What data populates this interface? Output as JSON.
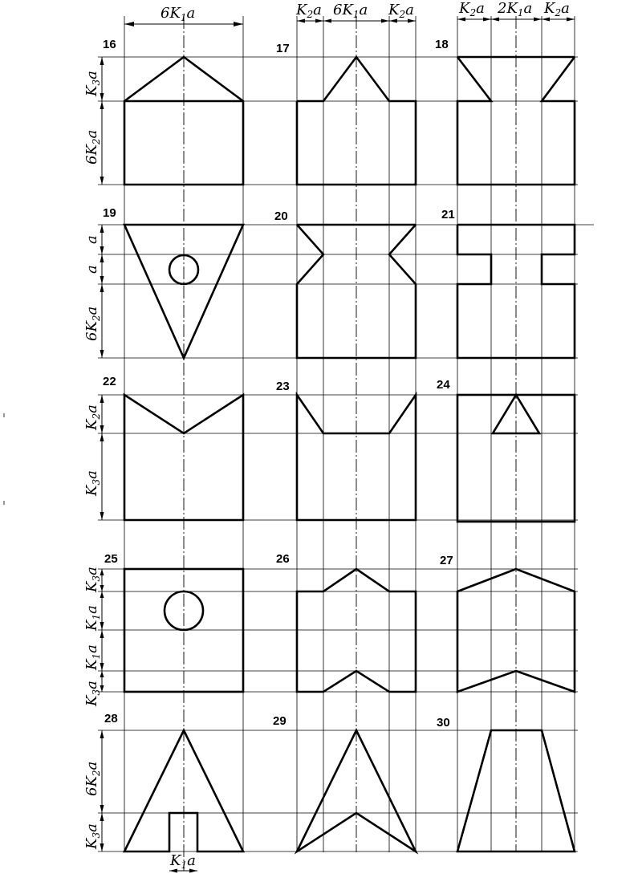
{
  "figures": [
    {
      "number": "16"
    },
    {
      "number": "17"
    },
    {
      "number": "18"
    },
    {
      "number": "19"
    },
    {
      "number": "20"
    },
    {
      "number": "21"
    },
    {
      "number": "22"
    },
    {
      "number": "23"
    },
    {
      "number": "24"
    },
    {
      "number": "25"
    },
    {
      "number": "26"
    },
    {
      "number": "27"
    },
    {
      "number": "28"
    },
    {
      "number": "29"
    },
    {
      "number": "30"
    }
  ],
  "dims": {
    "col1_width": {
      "coef": "6",
      "k": "K",
      "sub": "1",
      "a": "a"
    },
    "col2_side": {
      "k": "K",
      "sub": "2",
      "a": "a"
    },
    "col2_mid": {
      "coef": "6",
      "k": "K",
      "sub": "1",
      "a": "a"
    },
    "col3_mid": {
      "coef": "2",
      "k": "K",
      "sub": "1",
      "a": "a"
    },
    "row1_top": {
      "k": "K",
      "sub": "3",
      "a": "a"
    },
    "row1_body": {
      "coef": "6",
      "k": "K",
      "sub": "2",
      "a": "a"
    },
    "row2_a": {
      "a": "a"
    },
    "row2_body": {
      "coef": "6",
      "k": "K",
      "sub": "2",
      "a": "a"
    },
    "row3_top": {
      "k": "K",
      "sub": "2",
      "a": "a"
    },
    "row3_body": {
      "k": "K",
      "sub": "3",
      "a": "a"
    },
    "row4_k3": {
      "k": "K",
      "sub": "3",
      "a": "a"
    },
    "row4_k1": {
      "k": "K",
      "sub": "1",
      "a": "a"
    },
    "row5_top": {
      "coef": "6",
      "k": "K",
      "sub": "2",
      "a": "a"
    },
    "row5_bottom": {
      "k": "K",
      "sub": "3",
      "a": "a"
    },
    "row5_slot": {
      "k": "K",
      "sub": "1",
      "a": "a"
    }
  }
}
